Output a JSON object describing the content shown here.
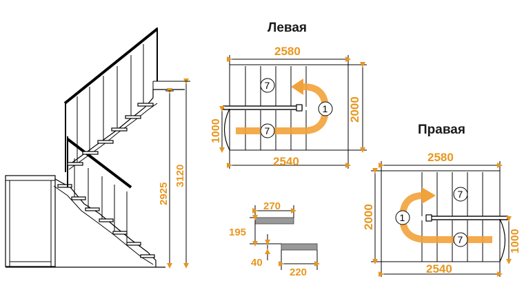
{
  "titles": {
    "left": "Левая",
    "right": "Правая"
  },
  "colors": {
    "dimension": "#e8961e",
    "arrow": "#f2a23a",
    "line": "#000000",
    "tread_gray": "#999999"
  },
  "elevation": {
    "dim_height_2925": "2925",
    "dim_height_3120": "3120"
  },
  "tread_detail": {
    "depth_270": "270",
    "riser_195": "195",
    "thickness_40": "40",
    "depth_220": "220"
  },
  "left_plan": {
    "width_top": "2580",
    "width_bottom": "2540",
    "depth": "2000",
    "landing": "1000",
    "step_marker_upper": "7",
    "step_marker_lower": "7",
    "turn_marker": "1"
  },
  "right_plan": {
    "width_top": "2580",
    "width_bottom": "2540",
    "depth": "2000",
    "landing": "1000",
    "step_marker_upper": "7",
    "step_marker_lower": "7",
    "turn_marker": "1"
  }
}
